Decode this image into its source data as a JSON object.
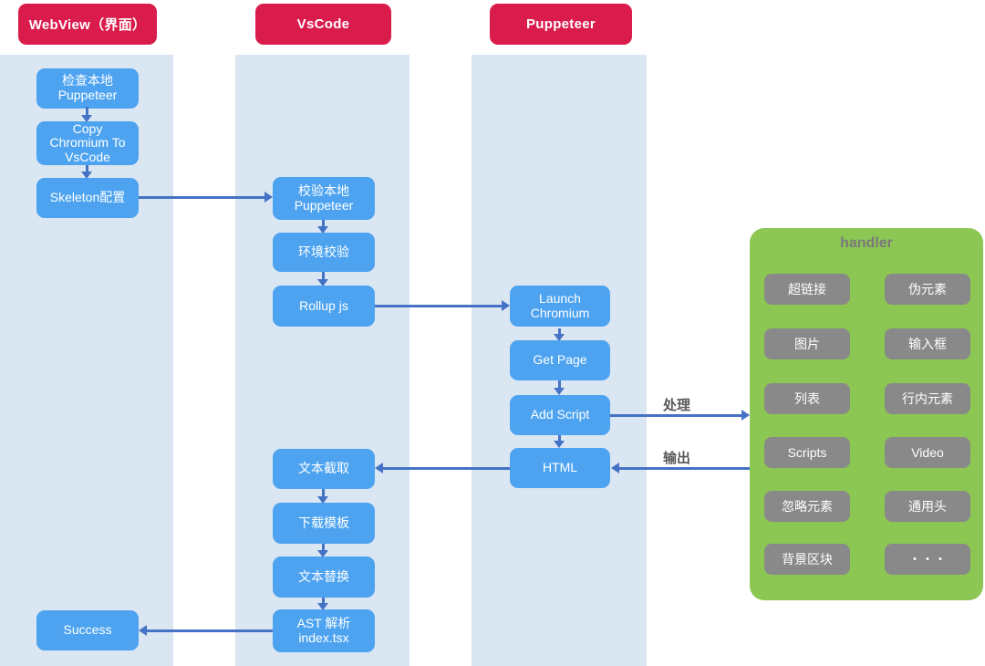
{
  "colors": {
    "lane_header_bg": "#D91C4C",
    "lane_bg": "#DBE6F3",
    "node_bg": "#4DA3F0",
    "arrow": "#4472C4",
    "handler_bg": "#8CC653",
    "handler_item_bg": "#898989",
    "handler_title_text": "#7A7A7A",
    "edge_label_text": "#595959"
  },
  "lanes": [
    {
      "title": "WebView（界面）",
      "nodes": [
        {
          "label": "检查本地\nPuppeteer"
        },
        {
          "label": "Copy\nChromium To\nVsCode"
        },
        {
          "label": "Skeleton配置"
        },
        {
          "label": "Success"
        }
      ]
    },
    {
      "title": "VsCode",
      "nodes": [
        {
          "label": "校验本地\nPuppeteer"
        },
        {
          "label": "环境校验"
        },
        {
          "label": "Rollup js"
        },
        {
          "label": "文本截取"
        },
        {
          "label": "下载模板"
        },
        {
          "label": "文本替换"
        },
        {
          "label": "AST 解析\nindex.tsx"
        }
      ]
    },
    {
      "title": "Puppeteer",
      "nodes": [
        {
          "label": "Launch\nChromium"
        },
        {
          "label": "Get Page"
        },
        {
          "label": "Add Script"
        },
        {
          "label": "HTML"
        }
      ]
    }
  ],
  "handler": {
    "title": "handler",
    "items": [
      "超链接",
      "伪元素",
      "图片",
      "输入框",
      "列表",
      "行内元素",
      "Scripts",
      "Video",
      "忽略元素",
      "通用头",
      "背景区块",
      "・・・"
    ]
  },
  "edge_labels": {
    "process": "处理",
    "output": "输出"
  }
}
